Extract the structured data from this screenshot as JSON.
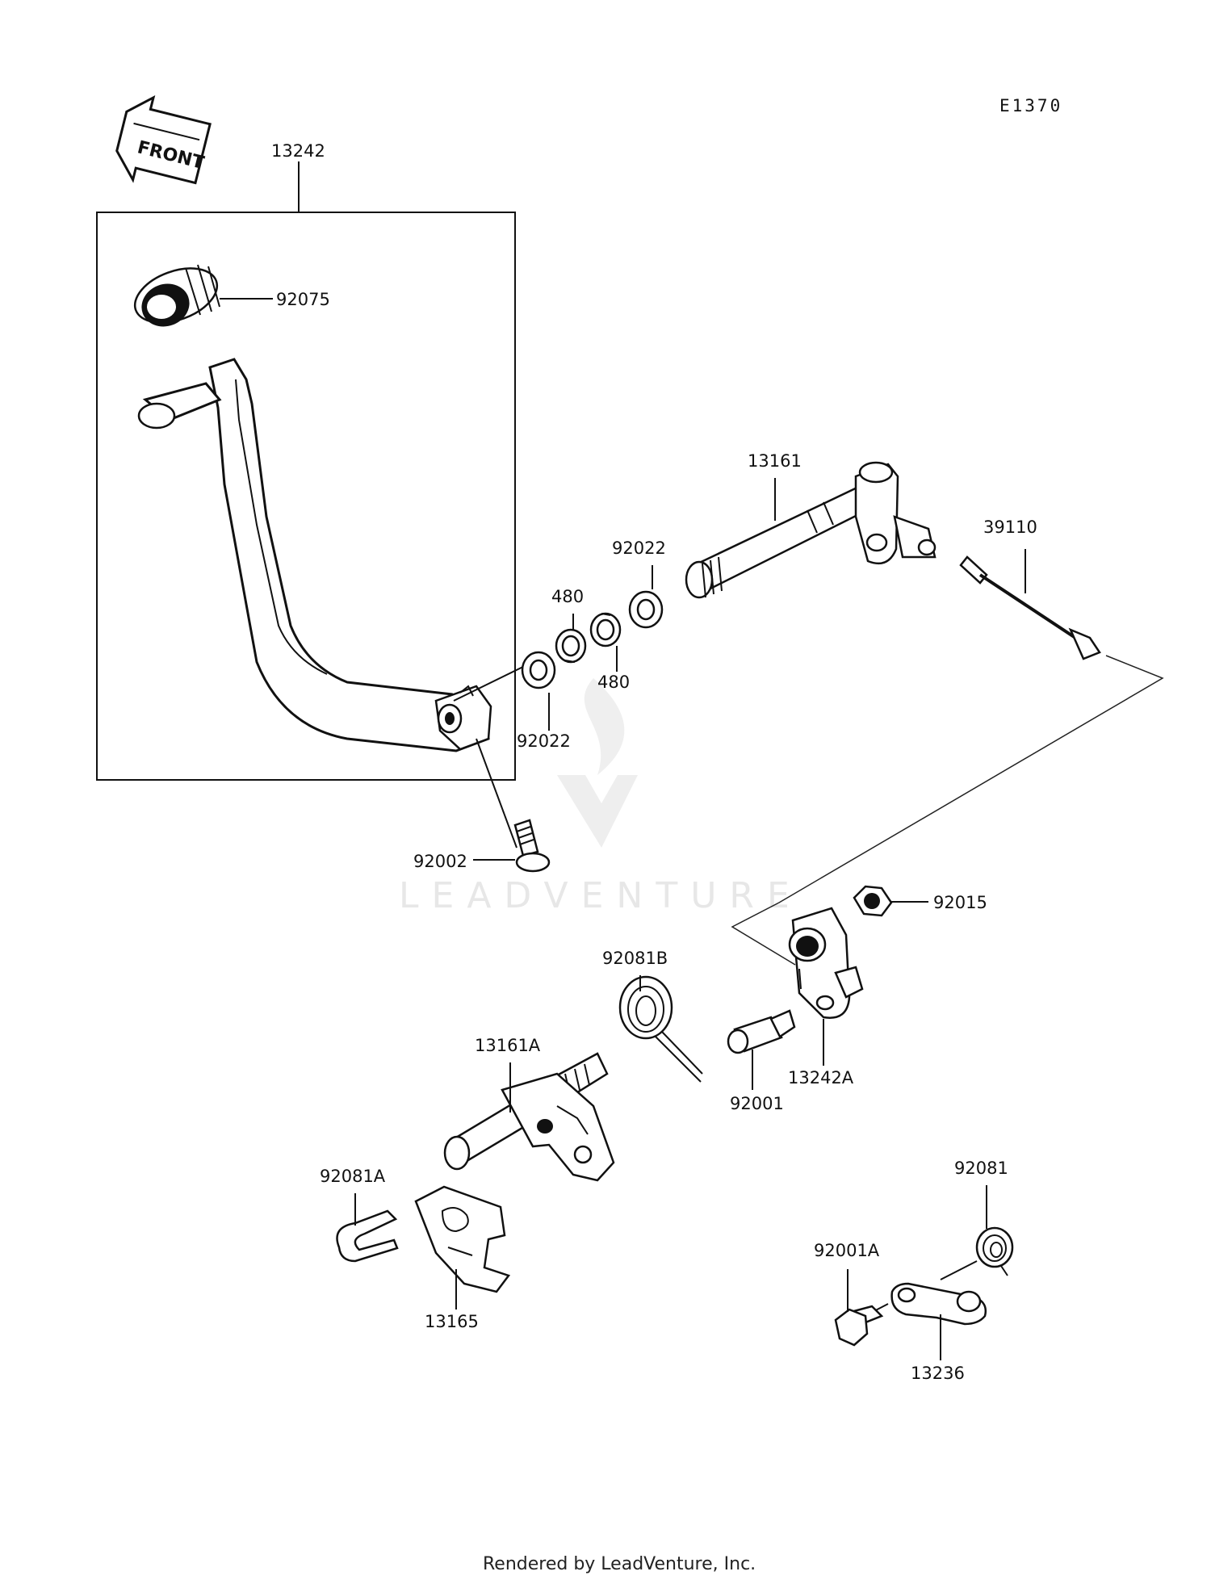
{
  "diagram_ref": "E1370",
  "front_marker": "FRONT",
  "watermark": "LEADVENTURE",
  "footer": "Rendered by LeadVenture, Inc.",
  "parts": [
    {
      "id": "p13242",
      "label": "13242"
    },
    {
      "id": "p92075",
      "label": "92075"
    },
    {
      "id": "p13161",
      "label": "13161"
    },
    {
      "id": "p39110",
      "label": "39110"
    },
    {
      "id": "p92022a",
      "label": "92022"
    },
    {
      "id": "p480a",
      "label": "480"
    },
    {
      "id": "p480b",
      "label": "480"
    },
    {
      "id": "p92022b",
      "label": "92022"
    },
    {
      "id": "p92002",
      "label": "92002"
    },
    {
      "id": "p92015",
      "label": "92015"
    },
    {
      "id": "p92081B",
      "label": "92081B"
    },
    {
      "id": "p13161A",
      "label": "13161A"
    },
    {
      "id": "p13242A",
      "label": "13242A"
    },
    {
      "id": "p92001",
      "label": "92001"
    },
    {
      "id": "p92081A",
      "label": "92081A"
    },
    {
      "id": "p13165",
      "label": "13165"
    },
    {
      "id": "p92081",
      "label": "92081"
    },
    {
      "id": "p92001A",
      "label": "92001A"
    },
    {
      "id": "p13236",
      "label": "13236"
    }
  ]
}
